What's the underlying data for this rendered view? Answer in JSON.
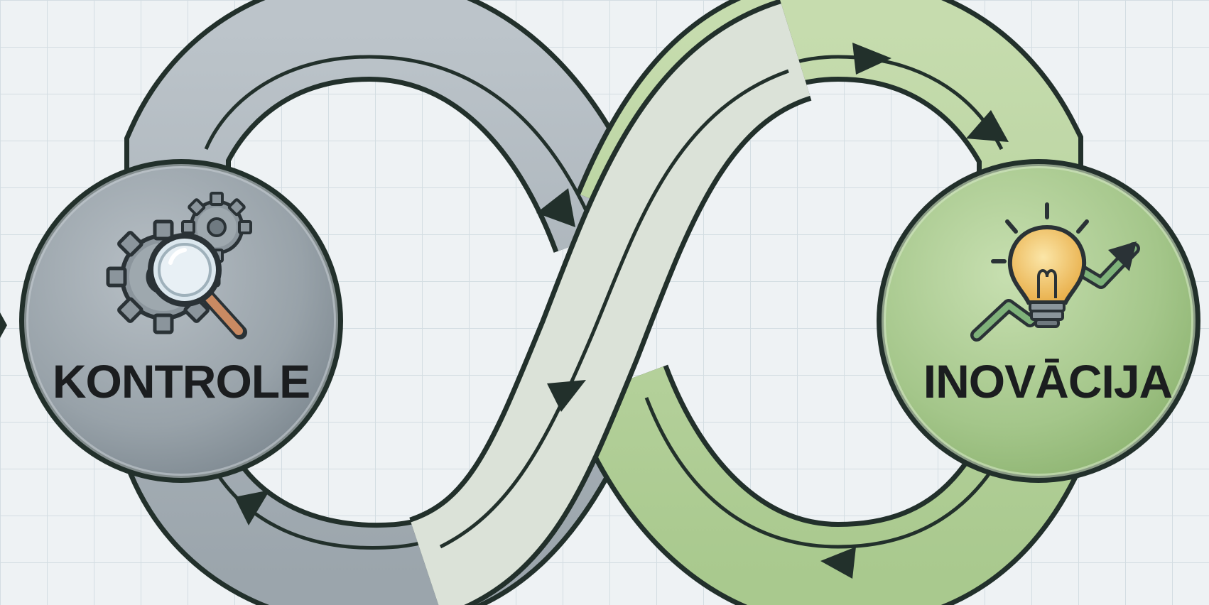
{
  "diagram": {
    "type": "infinity-loop",
    "nodes": [
      {
        "id": "left",
        "label": "KONTROLE",
        "icon": "gears-magnifier-icon",
        "color": "#9aa4ab"
      },
      {
        "id": "right",
        "label": "INOVĀCIJA",
        "icon": "lightbulb-growth-icon",
        "color": "#a8c98e"
      }
    ],
    "colors": {
      "background": "#eef2f4",
      "grid": "#d3dde2",
      "outline": "#22302b",
      "gray_band": "#aab3b9",
      "gray_band_light": "#d2d8dc",
      "green_band": "#b7d29c",
      "green_band_light": "#d9e8c8",
      "bulb": "#f2c467"
    },
    "grid_visible": true
  }
}
